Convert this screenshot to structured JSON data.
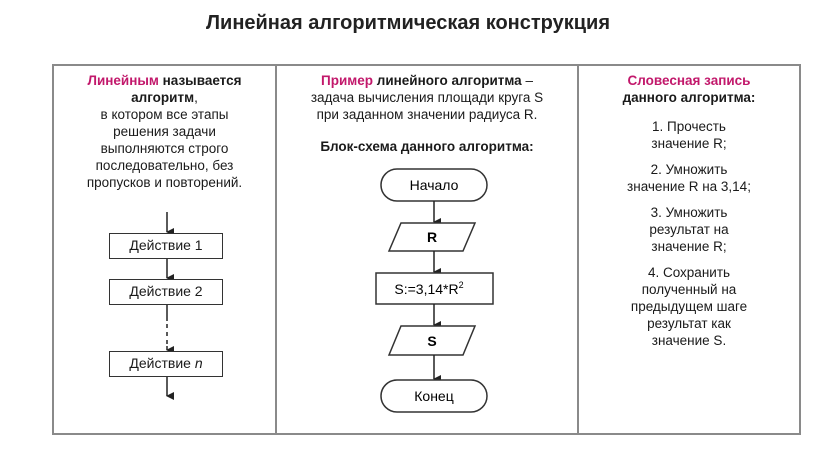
{
  "title": "Линейная алгоритмическая конструкция",
  "col1": {
    "def_term": "Линейным",
    "def_rest1": " называется",
    "def_bold": "алгоритм",
    "def_comma": ",",
    "def_lines": [
      "в котором все этапы",
      "решения задачи",
      "выполняются строго",
      "последовательно, без",
      "пропусков и повторений."
    ],
    "action1": "Действие 1",
    "action2": "Действие 2",
    "actionN_text": "Действие ",
    "actionN_var": "n"
  },
  "col2": {
    "example_term": "Пример",
    "example_rest": " линейного алгоритма",
    "example_dash": " –",
    "task_lines": [
      "задача вычисления площади круга S",
      "при заданном значении радиуса R."
    ],
    "flow_title": "Блок-схема данного алгоритма:",
    "start": "Начало",
    "input": "R",
    "process": "S:=3,14*R",
    "process_sup": "2",
    "output": "S",
    "end": "Конец"
  },
  "col3": {
    "heading1": "Словесная запись",
    "heading2": "данного алгоритма:",
    "steps": [
      [
        "1.   Прочесть",
        "значение R;"
      ],
      [
        "2.   Умножить",
        "значение R на 3,14;"
      ],
      [
        "3.   Умножить",
        "результат на",
        "значение R;"
      ],
      [
        "4.   Сохранить",
        "полученный на",
        "предыдущем шаге",
        "результат как",
        "значение S."
      ]
    ]
  }
}
